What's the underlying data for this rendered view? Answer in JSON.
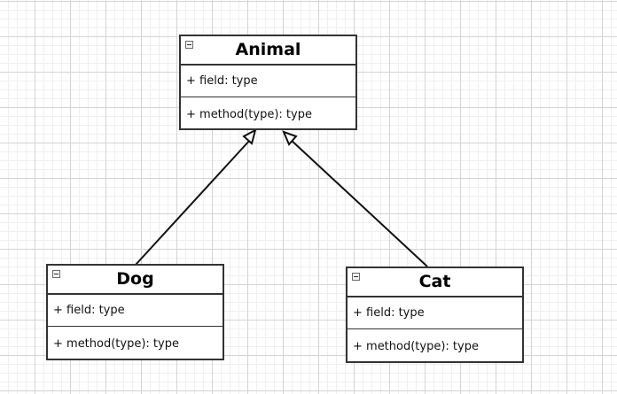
{
  "classes": [
    {
      "id": "animal",
      "name": "Animal",
      "field": "+ field: type",
      "method": "+ method(type): type"
    },
    {
      "id": "dog",
      "name": "Dog",
      "field": "+ field: type",
      "method": "+ method(type): type"
    },
    {
      "id": "cat",
      "name": "Cat",
      "field": "+ field: type",
      "method": "+ method(type): type"
    }
  ],
  "relations": [
    {
      "type": "inheritance",
      "from": "Dog",
      "to": "Animal"
    },
    {
      "type": "inheritance",
      "from": "Cat",
      "to": "Animal"
    }
  ],
  "colors": {
    "stroke": "#333333",
    "grid": "#d4d4d4"
  }
}
